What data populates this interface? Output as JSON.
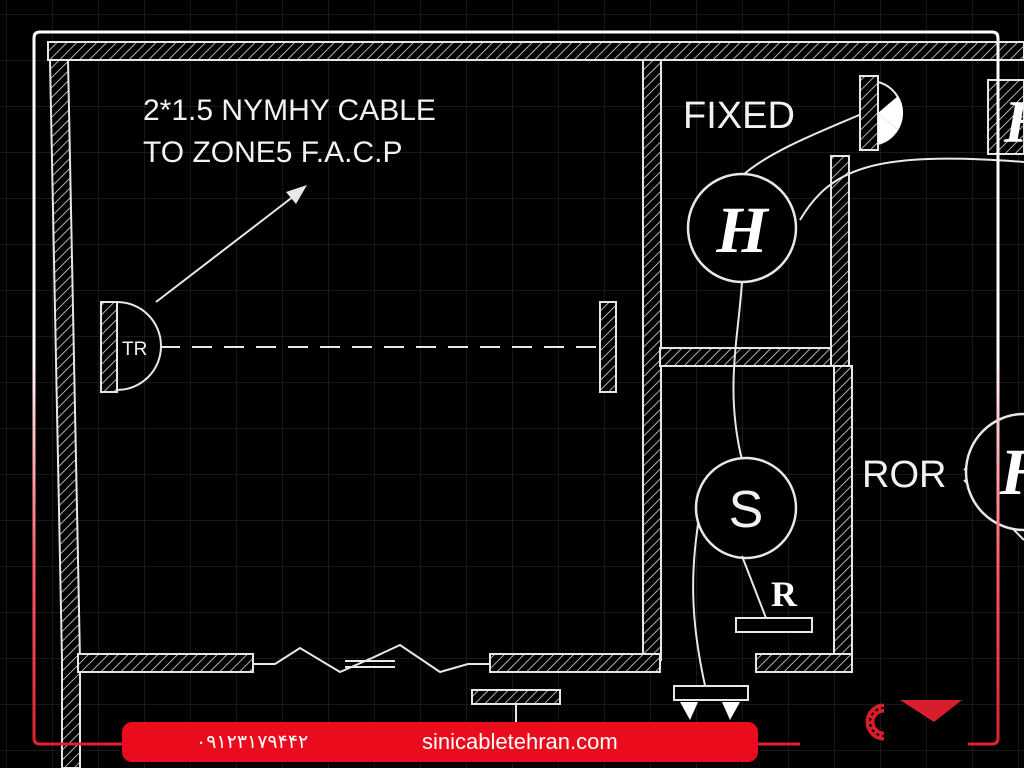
{
  "labels": {
    "cable_line1": "2*1.5 NYMHY CABLE",
    "cable_line2": "TO ZONE5 F.A.C.P",
    "fixed": "FIXED",
    "ror": "ROR",
    "tr": "TR",
    "heat_detector": "H",
    "smoke_detector": "S",
    "rate_rise": "R"
  },
  "footer": {
    "phone": "۰۹۱۲۳۱۷۹۴۴۲",
    "website": "sinicabletehran.com"
  },
  "colors": {
    "background": "#000000",
    "grid": "#2a2a2a",
    "lines": "#e8e8e8",
    "frame_top": "#ffffff",
    "frame_bottom": "#e0202c",
    "footer_bar": "#ea0b1c",
    "logo": "#d81e2c"
  }
}
